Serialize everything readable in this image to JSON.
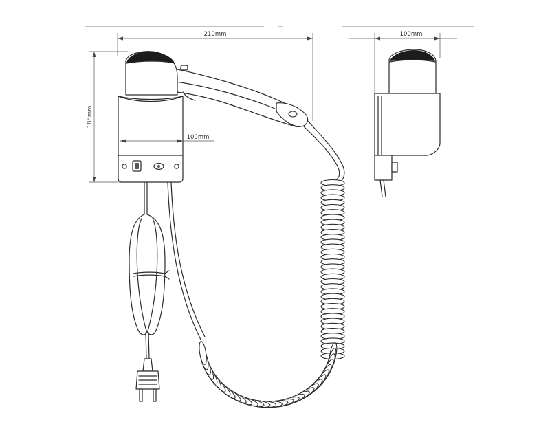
{
  "dimensions": {
    "width_front": "210mm",
    "height": "185mm",
    "mount_width": "100mm",
    "side_depth": "100mm"
  },
  "colors": {
    "stroke": "#2a2a2a",
    "vent": "#1c1c1c",
    "background": "#ffffff"
  }
}
